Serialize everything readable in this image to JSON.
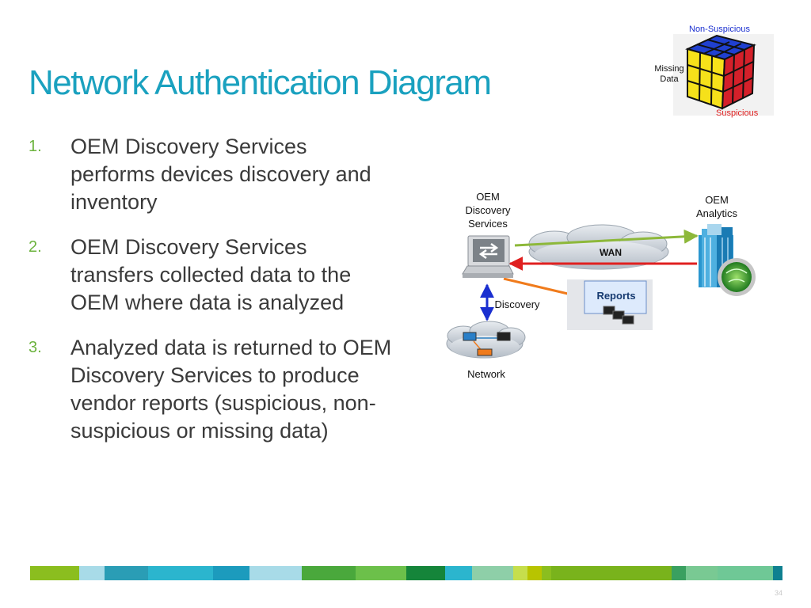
{
  "slide": {
    "title": "Network Authentication Diagram",
    "page_number": "34"
  },
  "steps": [
    {
      "num": "1.",
      "text": "OEM Discovery Services performs devices discovery and inventory"
    },
    {
      "num": "2.",
      "text": "OEM Discovery Services transfers collected data to the OEM where data is analyzed"
    },
    {
      "num": "3.",
      "text": "Analyzed data is returned to OEM Discovery Services to produce vendor reports (suspicious, non-suspicious or missing data)"
    }
  ],
  "legend": {
    "non_suspicious": "Non-Suspicious",
    "missing_data": "Missing Data",
    "suspicious": "Suspicious"
  },
  "diagram": {
    "discovery_services": "OEM Discovery Services",
    "analytics": "OEM Analytics",
    "wan": "WAN",
    "reports": "Reports",
    "discovery": "Discovery",
    "network": "Network"
  },
  "colors": {
    "title": "#1aa1bf",
    "step_number": "#6cb33e",
    "arrow_upload": "#8db83a",
    "arrow_return": "#e02020",
    "arrow_reports": "#f07b1c",
    "arrow_discovery": "#1a2fd0",
    "non_suspicious_label": "#1a2fd0",
    "suspicious_label": "#e02020"
  },
  "footer_colors": [
    "#8bbe1f",
    "#a8dbe8",
    "#2a9db5",
    "#2bb5ce",
    "#1c9bbd",
    "#a8dbe8",
    "#4aa83c",
    "#6cc04a",
    "#15853a",
    "#2bb5ce",
    "#8ecfa8",
    "#c6de4c",
    "#b8c400",
    "#8bbe1f",
    "#79b31c",
    "#3aa060",
    "#79c993",
    "#6fc896",
    "#0f8090"
  ]
}
